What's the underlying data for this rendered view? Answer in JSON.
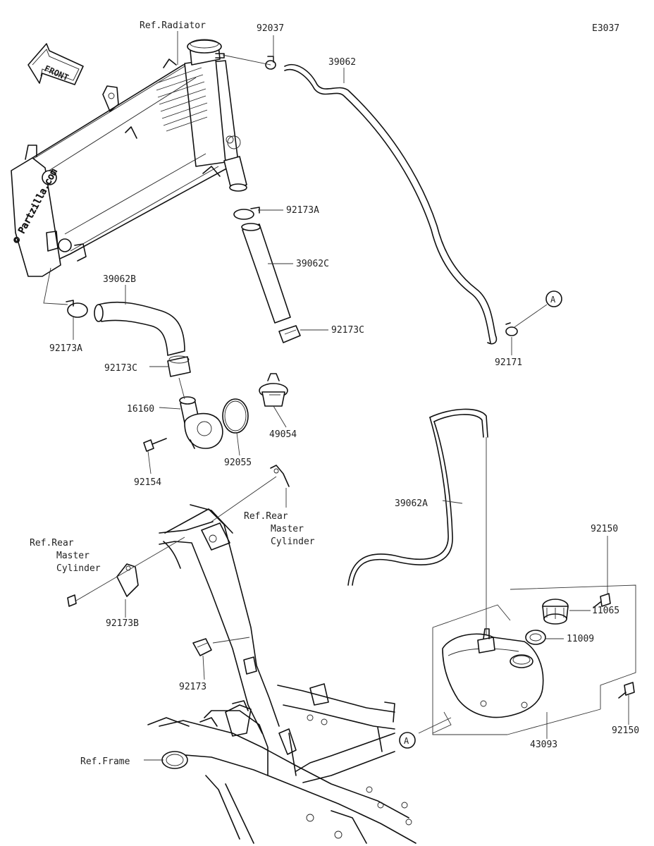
{
  "diagram_id": "E3037",
  "front_label": "FRONT",
  "watermark": "© Partzilla.com",
  "callout_letter": "A",
  "labels": {
    "ref_radiator": "Ref.Radiator",
    "p92037": "92037",
    "p39062": "39062",
    "p92173A_top": "92173A",
    "p39062C": "39062C",
    "p92173C_right": "92173C",
    "p92171": "92171",
    "p39062B": "39062B",
    "p92173A_left": "92173A",
    "p92173C_left": "92173C",
    "p16160": "16160",
    "p49054": "49054",
    "p92055": "92055",
    "p92154": "92154",
    "p39062A": "39062A",
    "ref_rear_master_right": [
      "Ref.Rear",
      "Master",
      "Cylinder"
    ],
    "ref_rear_master_left": [
      "Ref.Rear",
      "Master",
      "Cylinder"
    ],
    "p92173B": "92173B",
    "p92150_top": "92150",
    "p11065": "11065",
    "p11009": "11009",
    "p92173": "92173",
    "p92150_right": "92150",
    "p43093": "43093",
    "ref_frame": "Ref.Frame"
  }
}
